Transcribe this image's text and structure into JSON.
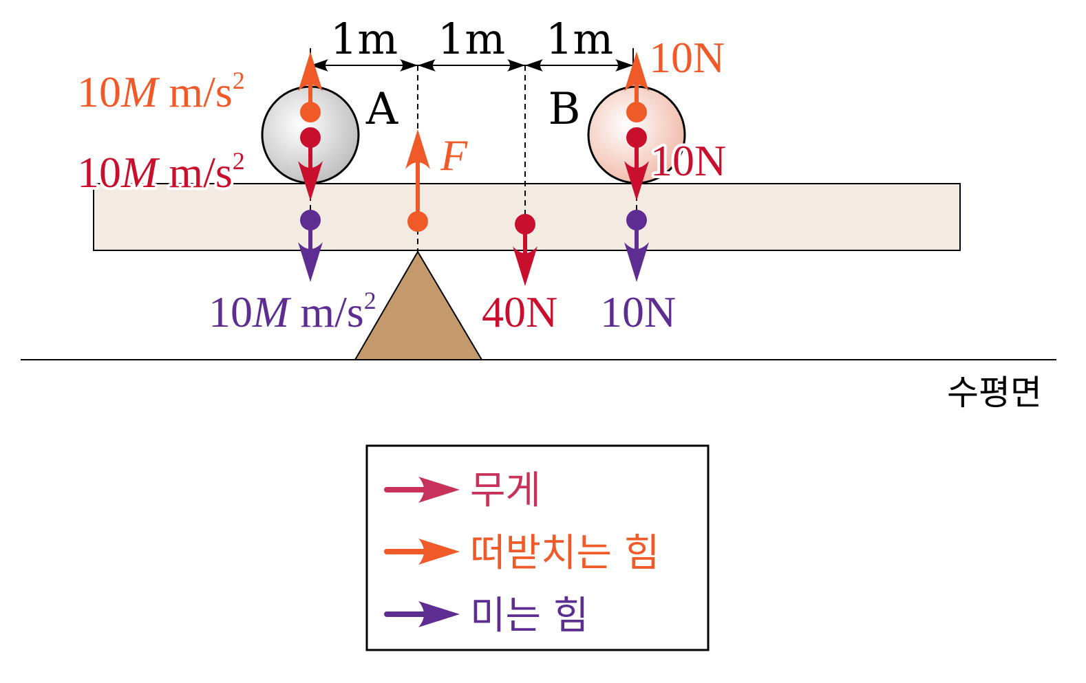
{
  "colors": {
    "support": "#F05A28",
    "weight": "#C8102E",
    "push": "#5E2D91",
    "legend_weight": "#C8325A",
    "beam": "#F3EBE2",
    "fulcrum": "#C49A6C"
  },
  "dimensions": [
    "1m",
    "1m",
    "1m"
  ],
  "objects": {
    "a": "A",
    "b": "B"
  },
  "labels": {
    "a_support": {
      "num": "10",
      "var": "M",
      "unit": " m/s",
      "exp": "2"
    },
    "a_weight": {
      "num": "10",
      "var": "M",
      "unit": " m/s",
      "exp": "2"
    },
    "a_push": {
      "num": "10",
      "var": "M",
      "unit": " m/s",
      "exp": "2"
    },
    "f": "F",
    "beam_weight": "40N",
    "b_support": "10N",
    "b_weight": "10N",
    "b_push": "10N"
  },
  "ground_label": "수평면",
  "legend": [
    {
      "label": "무게"
    },
    {
      "label": "떠받치는 힘"
    },
    {
      "label": "미는 힘"
    }
  ]
}
